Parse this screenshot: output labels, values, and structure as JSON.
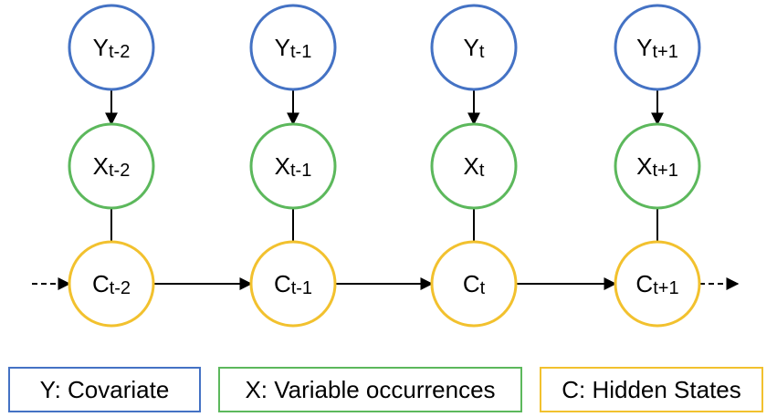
{
  "colors": {
    "covariate": "#4472c4",
    "variable": "#5cb85c",
    "hidden": "#f2c12e",
    "edge": "#000000"
  },
  "nodes": {
    "y": [
      {
        "base": "Y",
        "sub": "t-2"
      },
      {
        "base": "Y",
        "sub": "t-1"
      },
      {
        "base": "Y",
        "sub": "t"
      },
      {
        "base": "Y",
        "sub": "t+1"
      }
    ],
    "x": [
      {
        "base": "X",
        "sub": "t-2"
      },
      {
        "base": "X",
        "sub": "t-1"
      },
      {
        "base": "X",
        "sub": "t"
      },
      {
        "base": "X",
        "sub": "t+1"
      }
    ],
    "c": [
      {
        "base": "C",
        "sub": "t-2"
      },
      {
        "base": "C",
        "sub": "t-1"
      },
      {
        "base": "C",
        "sub": "t"
      },
      {
        "base": "C",
        "sub": "t+1"
      }
    ]
  },
  "legend": {
    "covariate": "Y: Covariate",
    "variable": "X: Variable occurrences",
    "hidden": "C: Hidden States"
  }
}
